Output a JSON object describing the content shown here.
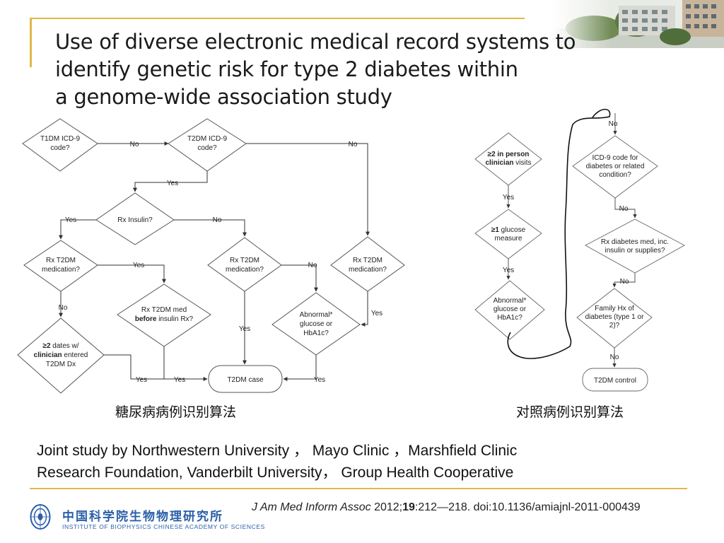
{
  "title": {
    "line1": "Use of diverse electronic medical record systems to",
    "line2": "identify genetic risk for type 2 diabetes within",
    "line3": "a genome-wide association study"
  },
  "case_flow": {
    "t1dm_icd9": [
      "T1DM ICD-9",
      "code?"
    ],
    "t2dm_icd9": [
      "T2DM ICD-9",
      "code?"
    ],
    "rx_insulin": "Rx Insulin?",
    "rx_t2dm_med_a": [
      "Rx T2DM",
      "medication?"
    ],
    "rx_t2dm_med_b": [
      "Rx T2DM",
      "medication?"
    ],
    "rx_t2dm_med_c": [
      "Rx T2DM",
      "medication?"
    ],
    "rx_before_insulin": {
      "l1": "Rx T2DM med",
      "l2_bold": "before",
      "l2_rest": " insulin Rx?"
    },
    "dates_clinician": {
      "l1_bold": "≥2",
      "l1_rest": " dates w/",
      "l2_bold": "clinician",
      "l2_rest": " entered",
      "l3": "T2DM Dx"
    },
    "abnormal_glucose": [
      "Abnormal*",
      "glucose or",
      "HbA1c?"
    ],
    "t2dm_case": "T2DM case",
    "yes": "Yes",
    "no": "No"
  },
  "control_flow": {
    "visits": {
      "l1": "≥2 in person",
      "l2_bold": "clinician",
      "l2_rest": " visits"
    },
    "glucose_measure": {
      "l1_bold": "≥1",
      "l1_rest": " glucose",
      "l2": "measure"
    },
    "abnormal_glucose": [
      "Abnormal*",
      "glucose or",
      "HbA1c?"
    ],
    "icd9_related": [
      "ICD-9 code for",
      "diabetes or related",
      "condition?"
    ],
    "rx_diabetes_supplies": [
      "Rx diabetes med, inc.",
      "insulin or supplies?"
    ],
    "family_hx": [
      "Family Hx of",
      "diabetes (type 1 or",
      "2)?"
    ],
    "t2dm_control": "T2DM control",
    "yes": "Yes",
    "no": "No"
  },
  "captions": {
    "case_algorithm": "糖尿病病例识别算法",
    "control_algorithm": "对照病例识别算法"
  },
  "note": {
    "line1": "Joint study by Northwestern University ，  Mayo Clinic ，Marshfield Clinic",
    "line2": "Research Foundation, Vanderbilt University，  Group Health Cooperative"
  },
  "footer": {
    "org_cn": "中国科学院生物物理研究所",
    "org_en": "INSTITUTE OF BIOPHYSICS CHINESE ACADEMY OF SCIENCES",
    "citation_journal": "J Am Med Inform Assoc",
    "citation_year": " 2012;",
    "citation_volume": "19",
    "citation_rest": ":212—218. doi:10.1136/amiajnl-2011-000439"
  },
  "colors": {
    "accent_rule": "#e0b848",
    "institute_blue": "#2a5fa8",
    "text": "#111111"
  }
}
